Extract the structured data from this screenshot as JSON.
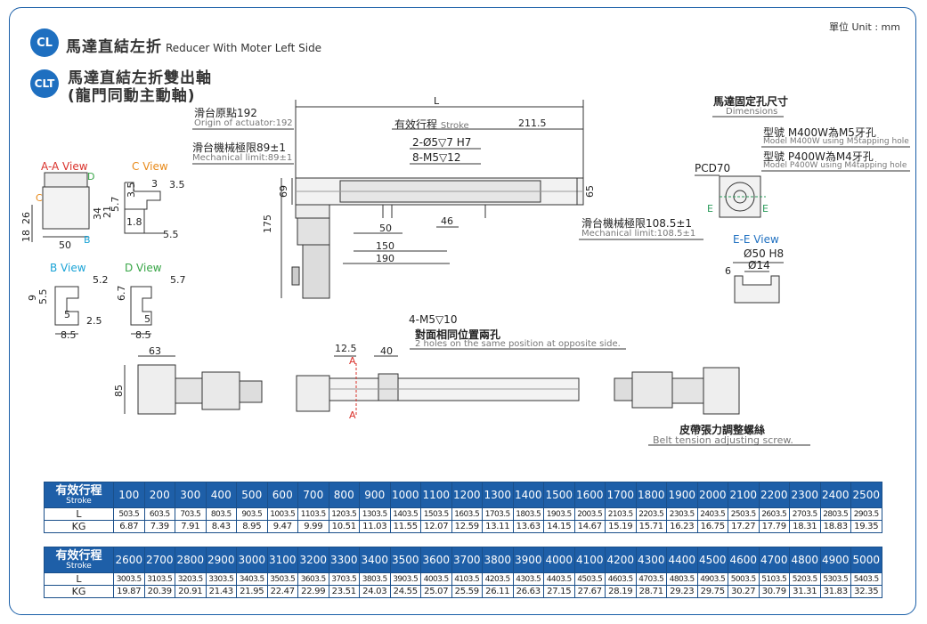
{
  "unit_label": "單位 Unit : mm",
  "headers": {
    "cl_badge": "CL",
    "cl_title_zh": "馬達直結左折",
    "cl_title_en": "Reducer With Moter Left Side",
    "clt_badge": "CLT",
    "clt_title_zh": "馬達直結左折雙出軸",
    "clt_subtitle_zh": "(龍門同動主動軸)"
  },
  "views": {
    "aa": "A-A View",
    "c": "C View",
    "b": "B View",
    "d": "D View",
    "ee": "E-E View",
    "ee_bore": "Ø50 H8",
    "ee_shaft": "Ø14",
    "ee_dim": "6"
  },
  "annotations": {
    "origin_zh": "滑台原點192",
    "origin_en": "Origin of actuator:192",
    "mech_limit_zh": "滑台機械極限89±1",
    "mech_limit_en": "Mechanical limit:89±1",
    "stroke_zh": "有效行程",
    "stroke_en": "Stroke",
    "dim_211": "211.5",
    "dim_L": "L",
    "hole1": "2-Ø5▽7 H7",
    "hole2": "8-M5▽12",
    "mech_limit2_zh": "滑台機械極限108.5±1",
    "mech_limit2_en": "Mechanical limit:108.5±1",
    "motor_dims_zh": "馬達固定孔尺寸",
    "motor_dims_en": "Dimensions",
    "m400_zh": "型號 M400W為M5牙孔",
    "m400_en": "Model M400W using M5tapping hole",
    "p400_zh": "型號 P400W為M4牙孔",
    "p400_en": "Model P400W using M4tapping hole",
    "pcd": "PCD70",
    "e_label": "E",
    "hole3": "4-M5▽10",
    "opposite_zh": "對面相同位置兩孔",
    "opposite_en": "2 holes on the same position at opposite side.",
    "belt_zh": "皮帶張力調整螺絲",
    "belt_en": "Belt tension adjusting screw.",
    "a_label": "A",
    "d_12_5": "12.5",
    "d_40": "40",
    "d_63": "63",
    "d_85": "85",
    "d_175": "175",
    "d_69": "69",
    "d_65": "65",
    "d_46": "46",
    "d_50": "50",
    "d_150": "150",
    "d_190": "190",
    "aa_26": "26",
    "aa_18": "18",
    "aa_50": "50",
    "aa_c": "C",
    "aa_d": "D",
    "aa_b": "B",
    "cv_3_5a": "3.5",
    "cv_3": "3",
    "cv_3_5b": "3.5",
    "cv_5_7": "5.7",
    "cv_34": "34",
    "cv_21": "21",
    "cv_1_8": "1.8",
    "cv_5_5": "5.5",
    "bv_9": "9",
    "bv_5_5": "5.5",
    "bv_5_2": "5.2",
    "bv_5": "5",
    "bv_2_5": "2.5",
    "bv_8_5": "8.5",
    "dv_6_7": "6.7",
    "dv_5_7": "5.7",
    "dv_5": "5",
    "dv_8_5": "8.5"
  },
  "table": {
    "stroke_zh": "有效行程",
    "stroke_en": "Stroke",
    "l_label": "L",
    "kg_label": "KG",
    "block1": {
      "strokes": [
        "100",
        "200",
        "300",
        "400",
        "500",
        "600",
        "700",
        "800",
        "900",
        "1000",
        "1100",
        "1200",
        "1300",
        "1400",
        "1500",
        "1600",
        "1700",
        "1800",
        "1900",
        "2000",
        "2100",
        "2200",
        "2300",
        "2400",
        "2500"
      ],
      "L": [
        "503.5",
        "603.5",
        "703.5",
        "803.5",
        "903.5",
        "1003.5",
        "1103.5",
        "1203.5",
        "1303.5",
        "1403.5",
        "1503.5",
        "1603.5",
        "1703.5",
        "1803.5",
        "1903.5",
        "2003.5",
        "2103.5",
        "2203.5",
        "2303.5",
        "2403.5",
        "2503.5",
        "2603.5",
        "2703.5",
        "2803.5",
        "2903.5"
      ],
      "KG": [
        "6.87",
        "7.39",
        "7.91",
        "8.43",
        "8.95",
        "9.47",
        "9.99",
        "10.51",
        "11.03",
        "11.55",
        "12.07",
        "12.59",
        "13.11",
        "13.63",
        "14.15",
        "14.67",
        "15.19",
        "15.71",
        "16.23",
        "16.75",
        "17.27",
        "17.79",
        "18.31",
        "18.83",
        "19.35"
      ]
    },
    "block2": {
      "strokes": [
        "2600",
        "2700",
        "2800",
        "2900",
        "3000",
        "3100",
        "3200",
        "3300",
        "3400",
        "3500",
        "3600",
        "3700",
        "3800",
        "3900",
        "4000",
        "4100",
        "4200",
        "4300",
        "4400",
        "4500",
        "4600",
        "4700",
        "4800",
        "4900",
        "5000"
      ],
      "L": [
        "3003.5",
        "3103.5",
        "3203.5",
        "3303.5",
        "3403.5",
        "3503.5",
        "3603.5",
        "3703.5",
        "3803.5",
        "3903.5",
        "4003.5",
        "4103.5",
        "4203.5",
        "4303.5",
        "4403.5",
        "4503.5",
        "4603.5",
        "4703.5",
        "4803.5",
        "4903.5",
        "5003.5",
        "5103.5",
        "5203.5",
        "5303.5",
        "5403.5"
      ],
      "KG": [
        "19.87",
        "20.39",
        "20.91",
        "21.43",
        "21.95",
        "22.47",
        "22.99",
        "23.51",
        "24.03",
        "24.55",
        "25.07",
        "25.59",
        "26.11",
        "26.63",
        "27.15",
        "27.67",
        "28.19",
        "28.71",
        "29.23",
        "29.75",
        "30.27",
        "30.79",
        "31.31",
        "31.83",
        "32.35"
      ]
    }
  }
}
